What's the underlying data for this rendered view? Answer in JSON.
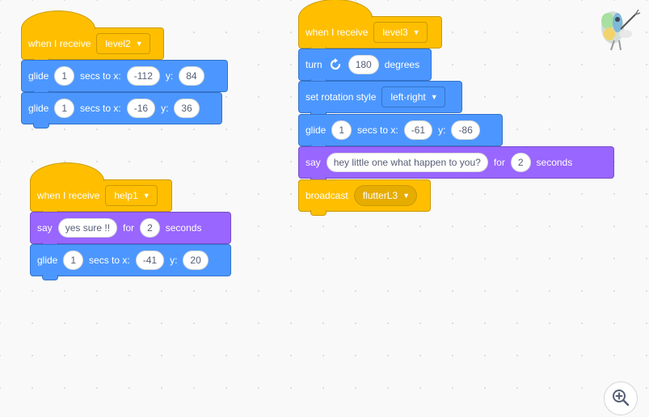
{
  "colors": {
    "events": "#ffbf00",
    "motion": "#4c97ff",
    "looks": "#9966ff",
    "canvas": "#f9f9f9"
  },
  "sprite": {
    "icon": "butterfly-sprite-icon"
  },
  "zoom": {
    "icon": "zoom-in-icon"
  },
  "script_level2": {
    "hat": {
      "label": "when I receive",
      "message": "level2"
    },
    "glide1": {
      "label": "glide",
      "secs": "1",
      "secs_label": "secs to x:",
      "x": "-112",
      "y_label": "y:",
      "y": "84"
    },
    "glide2": {
      "label": "glide",
      "secs": "1",
      "secs_label": "secs to x:",
      "x": "-16",
      "y_label": "y:",
      "y": "36"
    }
  },
  "script_help1": {
    "hat": {
      "label": "when I receive",
      "message": "help1"
    },
    "say": {
      "label": "say",
      "text": "yes sure !!",
      "for_label": "for",
      "secs": "2",
      "seconds_label": "seconds"
    },
    "glide": {
      "label": "glide",
      "secs": "1",
      "secs_label": "secs to x:",
      "x": "-41",
      "y_label": "y:",
      "y": "20"
    }
  },
  "script_level3": {
    "hat": {
      "label": "when I receive",
      "message": "level3"
    },
    "turn": {
      "label": "turn",
      "degrees": "180",
      "degrees_label": "degrees"
    },
    "rotation": {
      "label": "set rotation style",
      "value": "left-right"
    },
    "glide": {
      "label": "glide",
      "secs": "1",
      "secs_label": "secs to x:",
      "x": "-61",
      "y_label": "y:",
      "y": "-86"
    },
    "say": {
      "label": "say",
      "text": "hey little one what happen to you?",
      "for_label": "for",
      "secs": "2",
      "seconds_label": "seconds"
    },
    "broadcast": {
      "label": "broadcast",
      "message": "flutterL3"
    }
  }
}
